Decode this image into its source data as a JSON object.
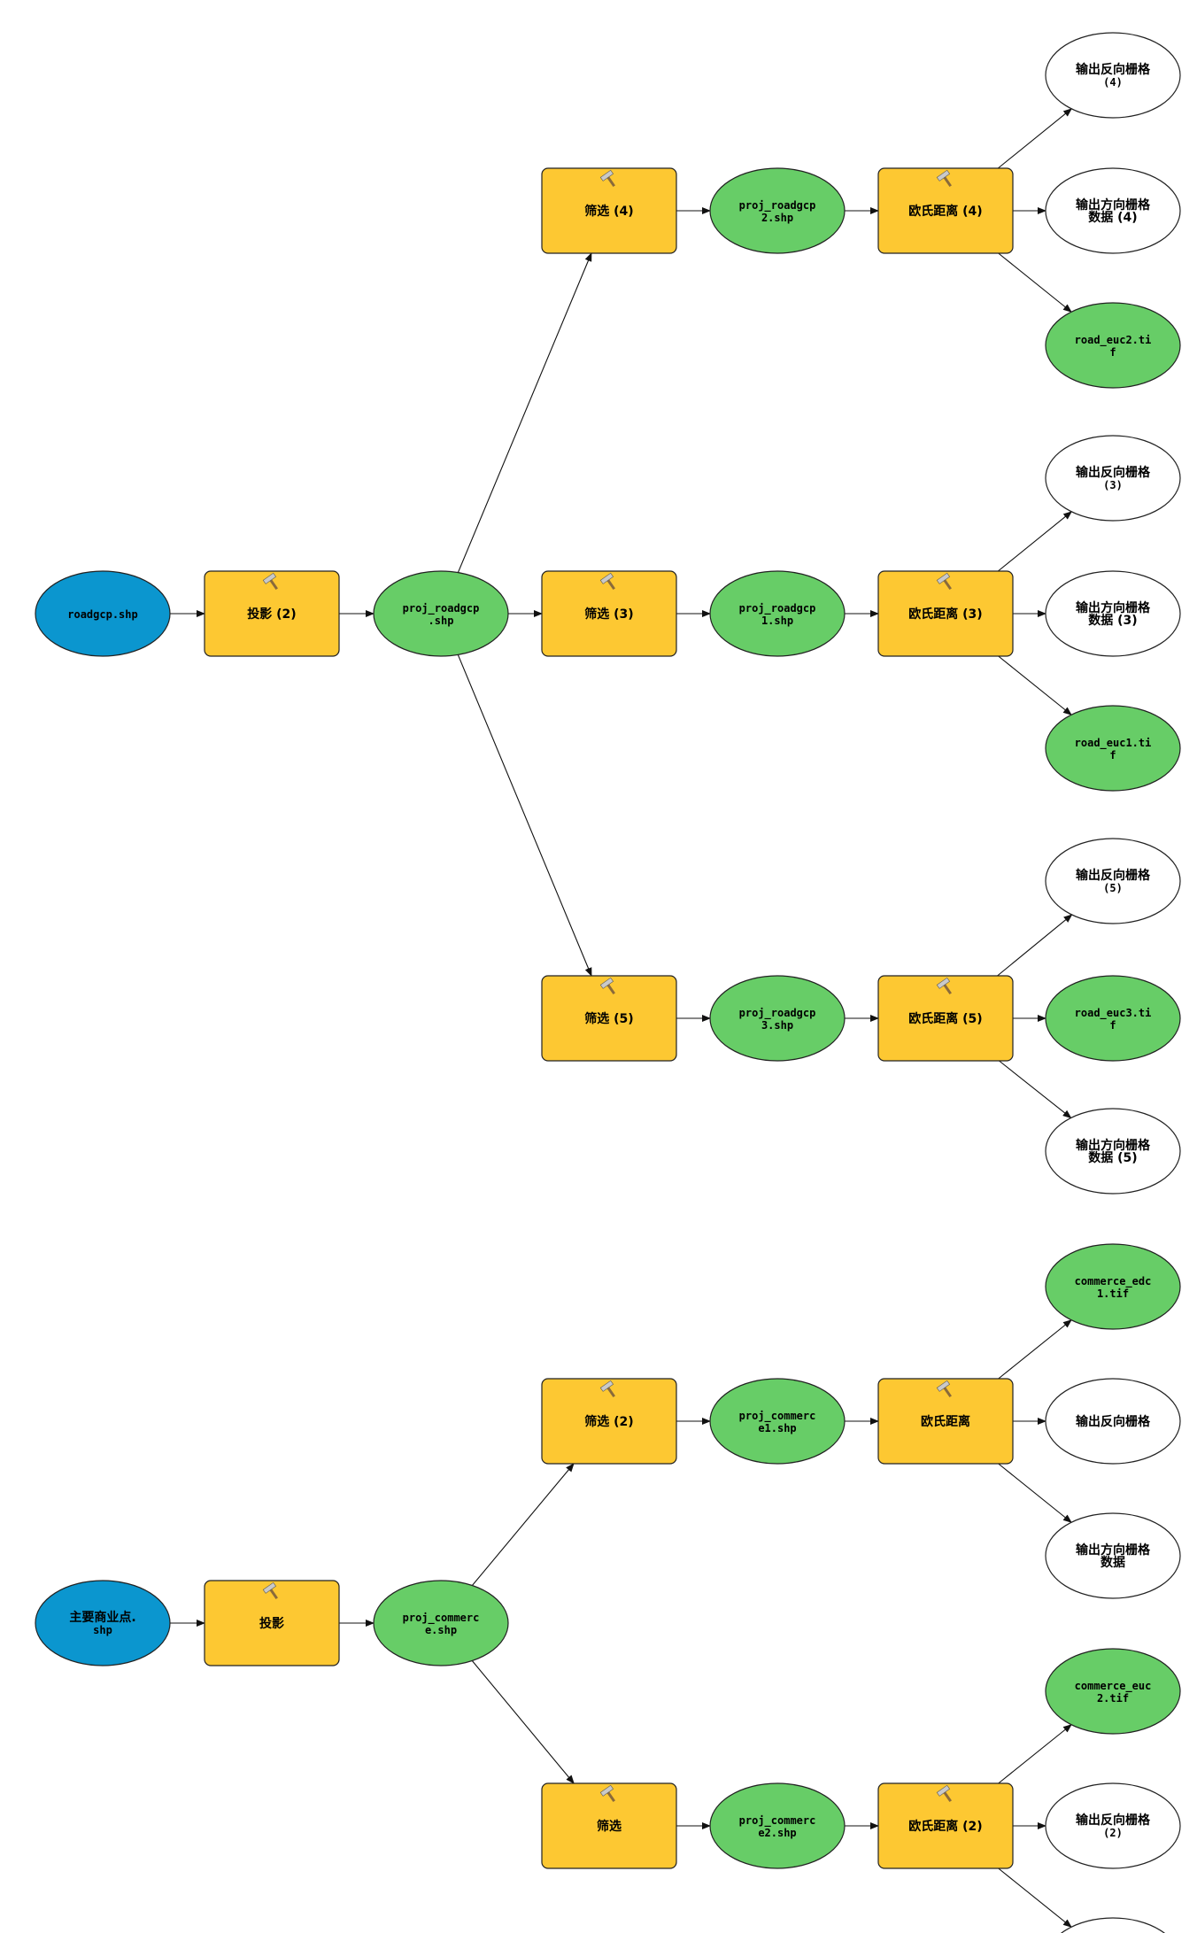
{
  "colors": {
    "input": "#0b96cf",
    "tool": "#fdc832",
    "derived": "#67cd67",
    "output_blank": "#ffffff",
    "stroke": "#222222"
  },
  "tool_icon": "hammer-icon",
  "nodes": [
    {
      "id": "roadgcp",
      "kind": "input",
      "lines": [
        "roadgcp.shp"
      ]
    },
    {
      "id": "proj2",
      "kind": "tool",
      "lines": [
        "投影 (2)"
      ]
    },
    {
      "id": "proj_roadgcp",
      "kind": "derived",
      "lines": [
        "proj_roadgcp",
        ".shp"
      ]
    },
    {
      "id": "filter4",
      "kind": "tool",
      "lines": [
        "筛选 (4)"
      ]
    },
    {
      "id": "proj_roadgcp2",
      "kind": "derived",
      "lines": [
        "proj_roadgcp",
        "2.shp"
      ]
    },
    {
      "id": "euc4",
      "kind": "tool",
      "lines": [
        "欧氏距离 (4)"
      ]
    },
    {
      "id": "back4",
      "kind": "output_blank",
      "lines": [
        "输出反向栅格",
        "(4)"
      ]
    },
    {
      "id": "dir4",
      "kind": "output_blank",
      "lines": [
        "输出方向栅格",
        "数据 (4)"
      ]
    },
    {
      "id": "road_euc2",
      "kind": "derived",
      "lines": [
        "road_euc2.ti",
        "f"
      ]
    },
    {
      "id": "filter3",
      "kind": "tool",
      "lines": [
        "筛选 (3)"
      ]
    },
    {
      "id": "proj_roadgcp1",
      "kind": "derived",
      "lines": [
        "proj_roadgcp",
        "1.shp"
      ]
    },
    {
      "id": "euc3",
      "kind": "tool",
      "lines": [
        "欧氏距离 (3)"
      ]
    },
    {
      "id": "back3",
      "kind": "output_blank",
      "lines": [
        "输出反向栅格",
        "(3)"
      ]
    },
    {
      "id": "dir3",
      "kind": "output_blank",
      "lines": [
        "输出方向栅格",
        "数据 (3)"
      ]
    },
    {
      "id": "road_euc1",
      "kind": "derived",
      "lines": [
        "road_euc1.ti",
        "f"
      ]
    },
    {
      "id": "filter5",
      "kind": "tool",
      "lines": [
        "筛选 (5)"
      ]
    },
    {
      "id": "proj_roadgcp3",
      "kind": "derived",
      "lines": [
        "proj_roadgcp",
        "3.shp"
      ]
    },
    {
      "id": "euc5",
      "kind": "tool",
      "lines": [
        "欧氏距离 (5)"
      ]
    },
    {
      "id": "back5",
      "kind": "output_blank",
      "lines": [
        "输出反向栅格",
        "(5)"
      ]
    },
    {
      "id": "road_euc3",
      "kind": "derived",
      "lines": [
        "road_euc3.ti",
        "f"
      ]
    },
    {
      "id": "dir5",
      "kind": "output_blank",
      "lines": [
        "输出方向栅格",
        "数据 (5)"
      ]
    },
    {
      "id": "commerce",
      "kind": "input",
      "lines": [
        "主要商业点.",
        "shp"
      ]
    },
    {
      "id": "proj",
      "kind": "tool",
      "lines": [
        "投影"
      ]
    },
    {
      "id": "proj_commerce",
      "kind": "derived",
      "lines": [
        "proj_commerc",
        "e.shp"
      ]
    },
    {
      "id": "filter2",
      "kind": "tool",
      "lines": [
        "筛选 (2)"
      ]
    },
    {
      "id": "proj_commerce1",
      "kind": "derived",
      "lines": [
        "proj_commerc",
        "e1.shp"
      ]
    },
    {
      "id": "euc",
      "kind": "tool",
      "lines": [
        "欧氏距离"
      ]
    },
    {
      "id": "commerce_edc1",
      "kind": "derived",
      "lines": [
        "commerce_edc",
        "1.tif"
      ]
    },
    {
      "id": "back",
      "kind": "output_blank",
      "lines": [
        "输出反向栅格"
      ]
    },
    {
      "id": "dir",
      "kind": "output_blank",
      "lines": [
        "输出方向栅格",
        "数据"
      ]
    },
    {
      "id": "filter",
      "kind": "tool",
      "lines": [
        "筛选"
      ]
    },
    {
      "id": "proj_commerce2",
      "kind": "derived",
      "lines": [
        "proj_commerc",
        "e2.shp"
      ]
    },
    {
      "id": "euc2",
      "kind": "tool",
      "lines": [
        "欧氏距离 (2)"
      ]
    },
    {
      "id": "commerce_euc2",
      "kind": "derived",
      "lines": [
        "commerce_euc",
        "2.tif"
      ]
    },
    {
      "id": "back2",
      "kind": "output_blank",
      "lines": [
        "输出反向栅格",
        "(2)"
      ]
    },
    {
      "id": "dir2",
      "kind": "output_blank",
      "lines": []
    }
  ],
  "edges": [
    [
      "roadgcp",
      "proj2"
    ],
    [
      "proj2",
      "proj_roadgcp"
    ],
    [
      "proj_roadgcp",
      "filter4"
    ],
    [
      "proj_roadgcp",
      "filter3"
    ],
    [
      "proj_roadgcp",
      "filter5"
    ],
    [
      "filter4",
      "proj_roadgcp2"
    ],
    [
      "proj_roadgcp2",
      "euc4"
    ],
    [
      "euc4",
      "back4"
    ],
    [
      "euc4",
      "dir4"
    ],
    [
      "euc4",
      "road_euc2"
    ],
    [
      "filter3",
      "proj_roadgcp1"
    ],
    [
      "proj_roadgcp1",
      "euc3"
    ],
    [
      "euc3",
      "back3"
    ],
    [
      "euc3",
      "dir3"
    ],
    [
      "euc3",
      "road_euc1"
    ],
    [
      "filter5",
      "proj_roadgcp3"
    ],
    [
      "proj_roadgcp3",
      "euc5"
    ],
    [
      "euc5",
      "back5"
    ],
    [
      "euc5",
      "road_euc3"
    ],
    [
      "euc5",
      "dir5"
    ],
    [
      "commerce",
      "proj"
    ],
    [
      "proj",
      "proj_commerce"
    ],
    [
      "proj_commerce",
      "filter2"
    ],
    [
      "proj_commerce",
      "filter"
    ],
    [
      "filter2",
      "proj_commerce1"
    ],
    [
      "proj_commerce1",
      "euc"
    ],
    [
      "euc",
      "commerce_edc1"
    ],
    [
      "euc",
      "back"
    ],
    [
      "euc",
      "dir"
    ],
    [
      "filter",
      "proj_commerce2"
    ],
    [
      "proj_commerce2",
      "euc2"
    ],
    [
      "euc2",
      "commerce_euc2"
    ],
    [
      "euc2",
      "back2"
    ],
    [
      "euc2",
      "dir2"
    ]
  ]
}
